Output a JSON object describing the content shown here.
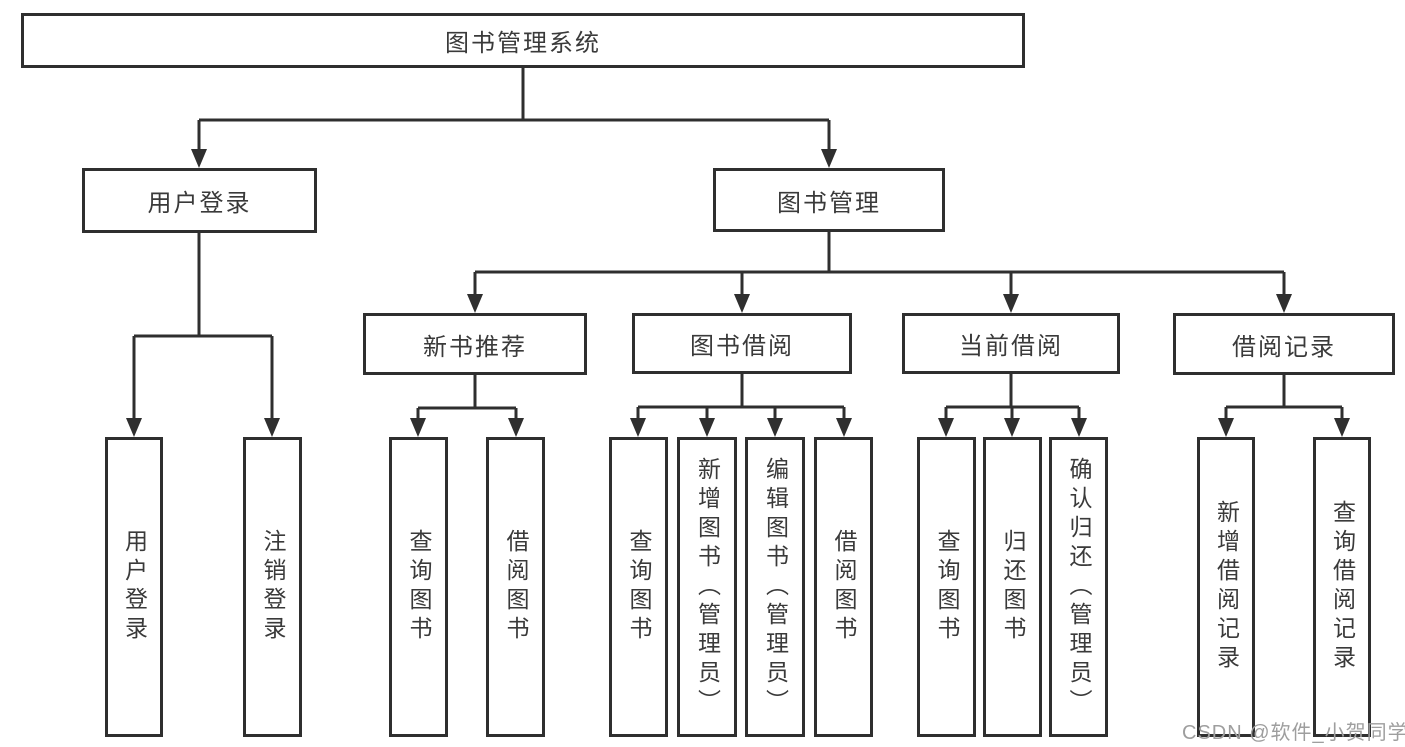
{
  "diagram": {
    "root": {
      "label": "图书管理系统"
    },
    "level2": [
      {
        "label": "用户登录"
      },
      {
        "label": "图书管理"
      }
    ],
    "level3": [
      {
        "label": "新书推荐"
      },
      {
        "label": "图书借阅"
      },
      {
        "label": "当前借阅"
      },
      {
        "label": "借阅记录"
      }
    ],
    "leaves": {
      "user_login": [
        "用户登录",
        "注销登录"
      ],
      "new_books": [
        "查询图书",
        "借阅图书"
      ],
      "book_borrow": [
        "查询图书",
        "新增图书（管理员）",
        "编辑图书（管理员）",
        "借阅图书"
      ],
      "current_borrow": [
        "查询图书",
        "归还图书",
        "确认归还（管理员）"
      ],
      "borrow_records": [
        "新增借阅记录",
        "查询借阅记录"
      ]
    }
  },
  "watermark": "CSDN @软件_小贺同学",
  "colors": {
    "line": "#2f2f2f",
    "text": "#3a3a3a",
    "watermark": "#9e9e9e",
    "background": "#ffffff"
  }
}
